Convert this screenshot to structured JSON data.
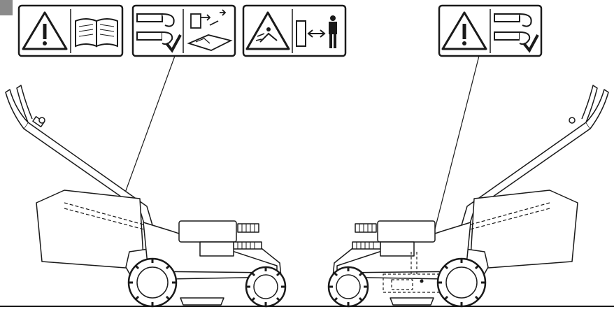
{
  "figure": {
    "marker_color": "#8a8a8a",
    "line_color": "#1a1a1a",
    "fill_color": "#ffffff"
  },
  "safety_decals": [
    {
      "id": "decal-1",
      "symbols": [
        "warning-triangle-icon",
        "operator-manual-icon"
      ]
    },
    {
      "id": "decal-2",
      "symbols": [
        "disconnect-spark-plug-icon",
        "read-manual-before-service-icon"
      ]
    },
    {
      "id": "decal-3",
      "symbols": [
        "thrown-objects-icon",
        "keep-bystanders-away-icon"
      ]
    },
    {
      "id": "decal-4",
      "symbols": [
        "warning-triangle-icon",
        "disconnect-spark-plug-icon"
      ]
    }
  ],
  "mowers": [
    {
      "id": "mower-left",
      "view": "left-side"
    },
    {
      "id": "mower-right",
      "view": "right-side"
    }
  ]
}
